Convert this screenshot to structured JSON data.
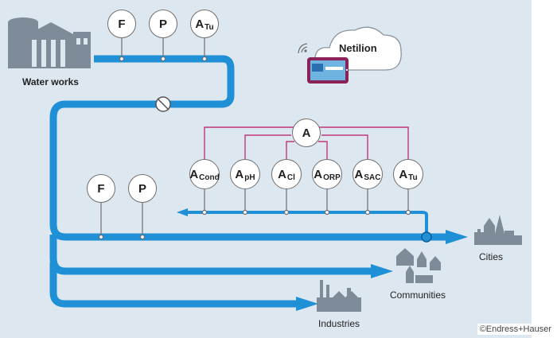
{
  "colors": {
    "background": "#dde7f0",
    "pipe": "#1f8fd6",
    "signal": "#c2367f",
    "icon_grey": "#7e8b98",
    "tablet": "#8a2157"
  },
  "labels": {
    "water_works": "Water works",
    "netilion": "Netilion",
    "cities": "Cities",
    "communities": "Communities",
    "industries": "Industries",
    "copyright": "©Endress+Hauser"
  },
  "top_sensors": [
    {
      "main": "F",
      "sub": ""
    },
    {
      "main": "P",
      "sub": ""
    },
    {
      "main": "A",
      "sub": "Tu"
    }
  ],
  "analyzer": {
    "main": "A",
    "sub": ""
  },
  "analytics": [
    {
      "main": "A",
      "sub": "Cond"
    },
    {
      "main": "A",
      "sub": "pH"
    },
    {
      "main": "A",
      "sub": "Cl"
    },
    {
      "main": "A",
      "sub": "ORP"
    },
    {
      "main": "A",
      "sub": "SAC"
    },
    {
      "main": "A",
      "sub": "Tu"
    }
  ],
  "lower_sensors": [
    {
      "main": "F",
      "sub": ""
    },
    {
      "main": "P",
      "sub": ""
    }
  ]
}
